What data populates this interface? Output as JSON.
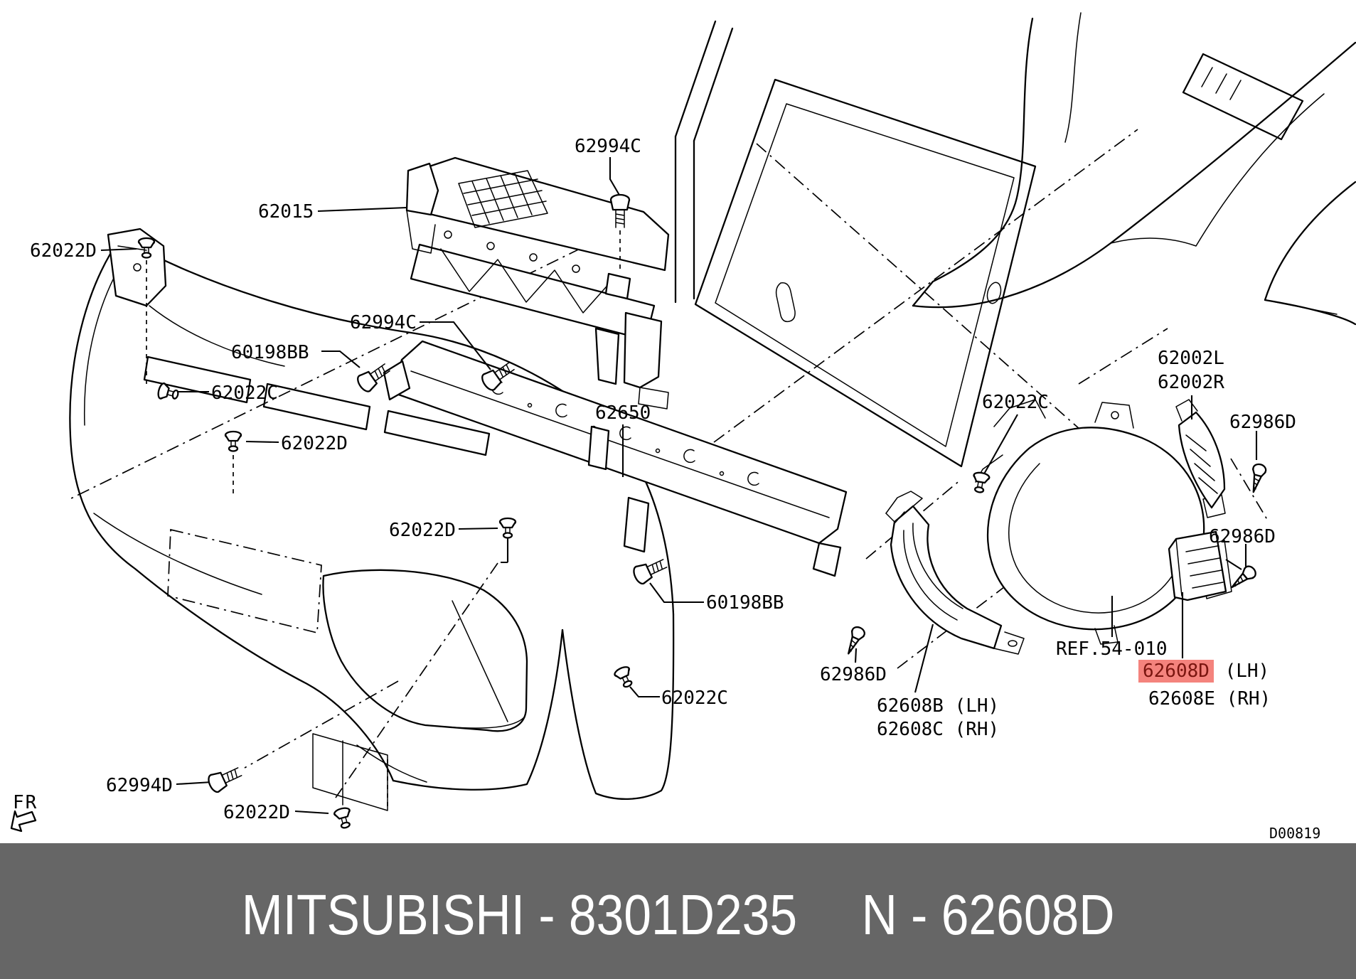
{
  "diagram": {
    "drawing_code": "D00819",
    "fr_indicator": "FR",
    "ref_callout": "REF.54-010",
    "highlight": {
      "bg": "#f4837d",
      "fg": "#7a150f"
    },
    "callouts": [
      {
        "text": "62994C"
      },
      {
        "text": "62015"
      },
      {
        "text": "62022D"
      },
      {
        "text": "62994C"
      },
      {
        "text": "60198BB"
      },
      {
        "text": "62022C"
      },
      {
        "text": "62650"
      },
      {
        "text": "62022D"
      },
      {
        "text": "62022D"
      },
      {
        "text": "60198BB"
      },
      {
        "text": "62022C"
      },
      {
        "text": "62994D"
      },
      {
        "text": "62022D"
      },
      {
        "text": "62022C"
      },
      {
        "text": "62002L"
      },
      {
        "text": "62002R"
      },
      {
        "text": "62986D"
      },
      {
        "text": "62986D"
      },
      {
        "text": "62986D"
      },
      {
        "text": "62608B",
        "suffix": " (LH)"
      },
      {
        "text": "62608C",
        "suffix": " (RH)"
      },
      {
        "text": "62608D",
        "suffix": " (LH)",
        "highlighted": true
      },
      {
        "text": "62608E",
        "suffix": " (RH)"
      }
    ]
  },
  "footer": {
    "left_text": "MITSUBISHI - 8301D235",
    "right_text": "N - 62608D",
    "bg_color": "#666666",
    "text_color": "#ffffff"
  }
}
